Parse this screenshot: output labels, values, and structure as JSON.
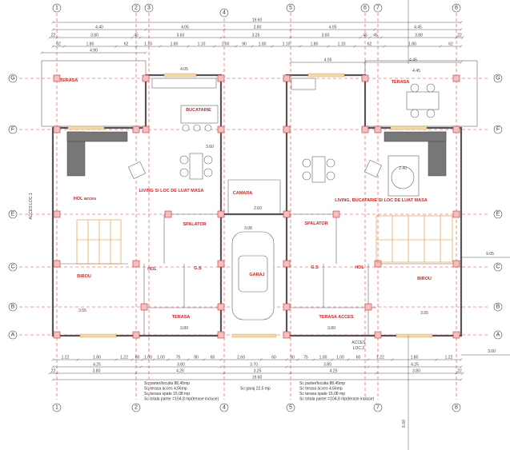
{
  "axes": {
    "columns": [
      "1",
      "2",
      "3",
      "4",
      "5",
      "6",
      "7",
      "8"
    ],
    "rows": [
      "G",
      "F",
      "E",
      "C",
      "B",
      "A"
    ]
  },
  "dimensions": {
    "top_total": "19.60",
    "top_row2": [
      "4.40",
      "4.05",
      "2.80",
      "4.05",
      "4.45"
    ],
    "top_row3": [
      "22",
      "3.80",
      "45",
      "3.60",
      "3.25",
      "3.60",
      "45",
      "45",
      "3.80",
      "22"
    ],
    "top_row4": [
      "62",
      "1.80",
      "62",
      "1.10",
      "1.80",
      "1.10",
      "1.00",
      "90",
      "1.00",
      "1.10",
      "1.80",
      "1.10",
      "62",
      "1.80",
      "62"
    ],
    "left_overhang": "4.90",
    "right_overhang": [
      "4.05",
      "4.45"
    ],
    "bottom_row1": [
      "1.22",
      "1.80",
      "1.22",
      "60",
      "1.00",
      "1.00",
      "75",
      "90",
      "60",
      "2.60",
      "60",
      "90",
      "75",
      "1.00",
      "1.00",
      "60",
      "1.22",
      "1.80",
      "1.22"
    ],
    "bottom_row2": [
      "4.25",
      "3.80",
      "3.70",
      "3.80",
      "4.25"
    ],
    "bottom_row3": [
      "22",
      "3.80",
      "4.25",
      "3.25",
      "4.25",
      "3.80",
      "22"
    ],
    "bottom_total": "19.60",
    "right_side": [
      "9.05",
      "3.00",
      "6.00"
    ],
    "inner": [
      "4.05",
      "4.45",
      "3.60",
      "3.80",
      "3.80",
      "3.55",
      "3.55",
      "3.08",
      "2.60",
      "2.40"
    ]
  },
  "rooms": {
    "left": {
      "terasa": "TERASA",
      "bucatarie": "BUCATARIE",
      "living": "LIVING SI LOC DE LUAT MASA",
      "hol_acces": "HOL acces",
      "spalator": "SPALATOR",
      "hol": "HOL",
      "gs": "G.S",
      "birou": "BIROU",
      "terasa_acces": "TERASA",
      "access_label": "ACCES LOC.1"
    },
    "middle": {
      "camara": "CAMARA",
      "garaj": "GARAJ"
    },
    "right": {
      "terasa": "TERASA",
      "living": "LIVING, BUCATARIE SI LOC DE LUAT MASA",
      "spalator": "SPALATOR",
      "gs": "G.S",
      "hol": "HOL",
      "birou": "BIROU",
      "terasa_acces": "TERASA ACCES",
      "access_label_1": "ACCES",
      "access_label_2": "LOC.2"
    }
  },
  "notes": {
    "left": [
      "Sc parter/locuita 88,45mp",
      "Sc terasa acces 4,56mp",
      "Sc terasa spate 15,08 mp",
      "Sc totala parter =104,8 mp(terase incluse)"
    ],
    "middle": "Sc garaj 22,5 mp",
    "right": [
      "Sc parter/locuita 88,45mp",
      "Sc terasa acces 4,56mp",
      "Sc terasa spate 15,08 mp",
      "Sc totala parter =104,8 mp(terase incluse)"
    ]
  },
  "colors": {
    "grid": "#e04040",
    "room_label": "#d02828",
    "window": "#f6d9a8",
    "stairs": "#e08a20"
  }
}
